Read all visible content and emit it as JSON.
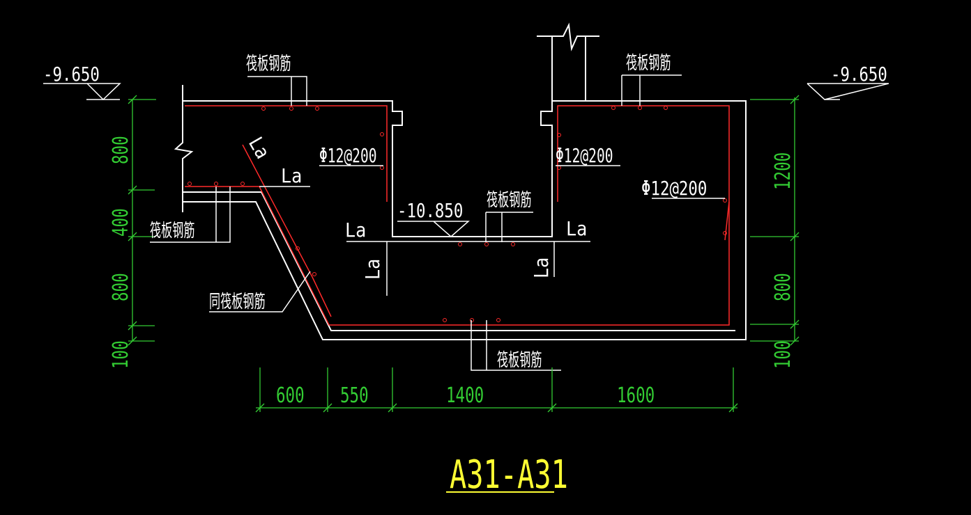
{
  "colors": {
    "background": "#000000",
    "outline": "#ffffff",
    "rebar": "#ff2a2a",
    "dimension": "#33cc33",
    "text": "#ffffff",
    "title": "#ffff33"
  },
  "labels": {
    "elev_left": "-9.650",
    "elev_right": "-9.650",
    "elev_pit": "-10.850",
    "raft_rebar": "筏板钢筋",
    "same_raft_rebar": "同筏板钢筋",
    "bar_spec": "Φ12@200",
    "la": "La"
  },
  "dims_left": [
    "800",
    "400",
    "800",
    "100"
  ],
  "dims_right": [
    "1200",
    "800",
    "100"
  ],
  "dims_bottom": [
    "600",
    "550",
    "1400",
    "1600"
  ],
  "title": "A31-A31"
}
